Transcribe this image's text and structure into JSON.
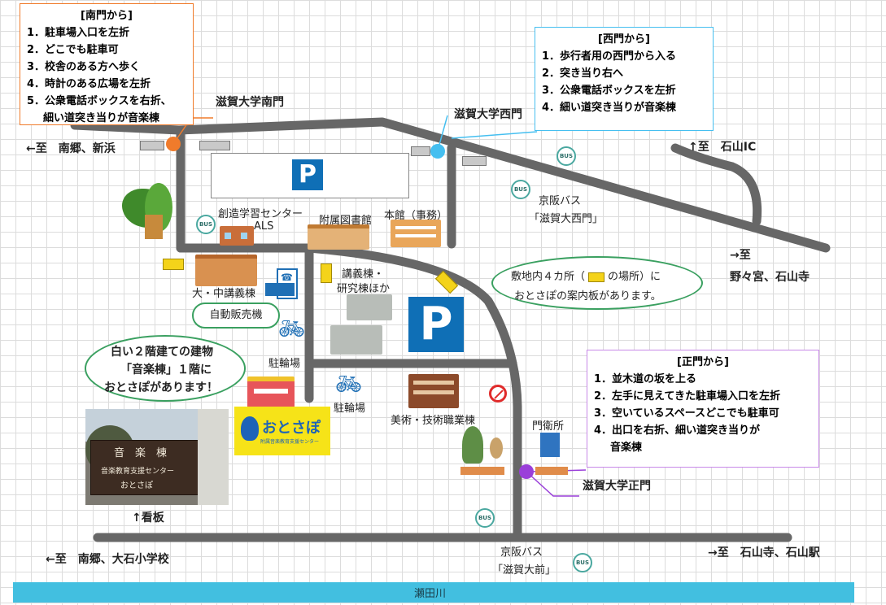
{
  "south_gate_box": {
    "title": "[南門から]",
    "steps": [
      "1．駐車場入口を左折",
      "2．どこでも駐車可",
      "3．校舎のある方へ歩く",
      "4．時計のある広場を左折",
      "5．公衆電話ボックスを右折、",
      "細い道突き当りが音楽棟"
    ]
  },
  "west_gate_box": {
    "title": "[西門から]",
    "steps": [
      "1．歩行者用の西門から入る",
      "2．突き当り右へ",
      "3．公衆電話ボックスを左折",
      "4．細い道突き当りが音楽棟"
    ]
  },
  "main_gate_box": {
    "title": "[正門から]",
    "steps": [
      "1．並木道の坂を上る",
      "2．左手に見えてきた駐車場入口を左折",
      "3．空いているスペースどこでも駐車可",
      "4．出口を右折、細い道突き当りが",
      "音楽棟"
    ]
  },
  "gates": {
    "south": "滋賀大学南門",
    "west": "滋賀大学西門",
    "main": "滋賀大学正門"
  },
  "directions": {
    "left_top": "←至　南郷、新浜",
    "right_top": "↑至　石山IC",
    "right_mid_1": "→至",
    "right_mid_2": "野々宮、石山寺",
    "left_bottom": "←至　南郷、大石小学校",
    "right_bottom": "→至　石山寺、石山駅"
  },
  "buildings": {
    "center": "創造学習センター",
    "center_sub": "ALS",
    "library": "附属図書館",
    "main": "本館（事務）",
    "lecture": "大・中講義棟",
    "research_1": "講義棟・",
    "research_2": "研究棟ほか",
    "arts": "美術・技術職業棟",
    "guard": "門衛所",
    "vending": "自動販売機",
    "bike1": "駐輪場",
    "bike2": "駐輪場"
  },
  "bus": {
    "west_1": "京阪バス",
    "west_2": "「滋賀大西門」",
    "front_1": "京阪バス",
    "front_2": "「滋賀大前」",
    "icon_label": "BUS"
  },
  "notice": {
    "line1_a": "敷地内４カ所（",
    "line1_b": "の場所）に",
    "line2": "おとさぽの案内板があります。"
  },
  "callout": {
    "line1": "白い２階建ての建物",
    "line2": "「音楽棟」１階に",
    "line3": "おとさぽがあります！"
  },
  "otosapo_logo": {
    "name": "おとさぽ",
    "sub": "附属音楽教育支援センター"
  },
  "photo": {
    "sign_line1": "音　楽　棟",
    "sign_line2": "音楽教育支援センター",
    "sign_line3": "おとさぽ",
    "caption": "↑看板"
  },
  "parking": {
    "letter": "P"
  },
  "river": "瀬田川",
  "colors": {
    "road": "#676767",
    "river": "#42bfe0",
    "south_gate": "#f07b2b",
    "west_gate": "#45bff0",
    "main_gate": "#9a3fd9",
    "parking": "#0f6fb6",
    "sign": "#f4d31a",
    "bubble": "#3aa060"
  }
}
